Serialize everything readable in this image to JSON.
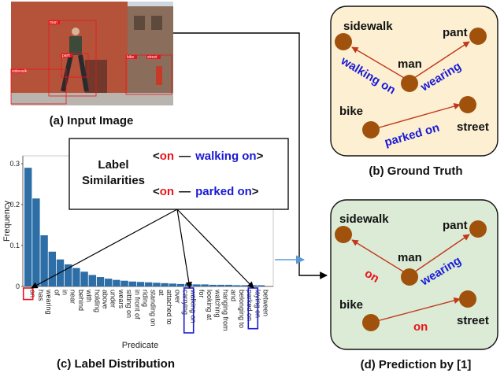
{
  "colors": {
    "accent_red": "#e8141b",
    "accent_blue": "#1a1ad6",
    "node": "#a0520c",
    "edge": "#c0391b",
    "gt_bg": "#fdf0d2",
    "pred_bg": "#dcebd6",
    "bar": "#2e6ea6",
    "highlight_arrow": "#5b9bd5"
  },
  "panels": {
    "a": {
      "caption": "(a) Input Image"
    },
    "b": {
      "caption": "(b) Ground Truth",
      "nodes": [
        "sidewalk",
        "pant",
        "man",
        "bike",
        "street"
      ],
      "relations": [
        "walking on",
        "wearing",
        "parked on"
      ]
    },
    "c": {
      "caption": "(c) Label Distribution"
    },
    "d": {
      "caption": "(d) Prediction by [1]",
      "nodes": [
        "sidewalk",
        "pant",
        "man",
        "bike",
        "street"
      ],
      "relations": [
        "on",
        "wearing",
        "on"
      ]
    }
  },
  "image_detections": [
    "sidewalk",
    "man",
    "pant",
    "bike",
    "street"
  ],
  "similarity_box": {
    "title_line1": "Label",
    "title_line2": "Similarities",
    "pair1": {
      "a": "on",
      "dash": "—",
      "b": "walking on"
    },
    "pair2": {
      "a": "on",
      "dash": "—",
      "b": "parked on"
    },
    "open": "<",
    "close": ">"
  },
  "chart_data": {
    "type": "bar",
    "title": "",
    "xlabel": "Predicate",
    "ylabel": "Frequency",
    "ylim": [
      0,
      0.3
    ],
    "yticks": [
      "0",
      "0.1",
      "0.2",
      "0.3"
    ],
    "grid": false,
    "categories": [
      "on",
      "has",
      "wearing",
      "of",
      "in",
      "near",
      "behind",
      "with",
      "holding",
      "above",
      "under",
      "wears",
      "sitting on",
      "in front of",
      "riding",
      "standing on",
      "at",
      "attached to",
      "over",
      "carrying",
      "walking on",
      "for",
      "looking at",
      "watching",
      "hanging from",
      "and",
      "belonging to",
      "parked on",
      "laying on",
      "between"
    ],
    "values": [
      0.29,
      0.215,
      0.125,
      0.085,
      0.066,
      0.054,
      0.045,
      0.036,
      0.028,
      0.023,
      0.019,
      0.016,
      0.014,
      0.012,
      0.011,
      0.01,
      0.009,
      0.008,
      0.007,
      0.006,
      0.006,
      0.005,
      0.005,
      0.004,
      0.004,
      0.004,
      0.003,
      0.003,
      0.003,
      0.003
    ],
    "highlighted": {
      "red": [
        "on"
      ],
      "blue": [
        "walking on",
        "laying on"
      ]
    }
  }
}
